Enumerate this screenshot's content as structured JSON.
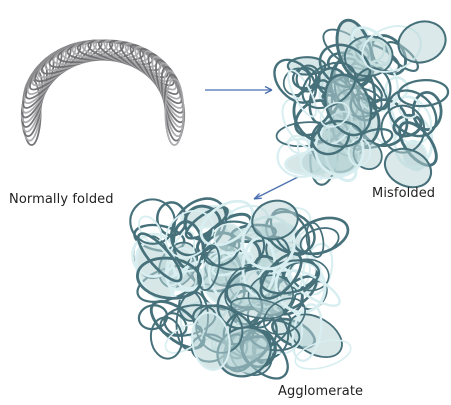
{
  "labels": {
    "normal": "Normally folded",
    "misfolded": "Misfolded",
    "agglomerate": "Agglomerate"
  },
  "colors": {
    "spring": "#a9a9ab",
    "spring_dark": "#6f6f72",
    "coil_fill": "#b7d3d6",
    "coil_stroke": "#46707a",
    "coil_light": "#d8eef0",
    "arrow": "#4b6fb0"
  }
}
